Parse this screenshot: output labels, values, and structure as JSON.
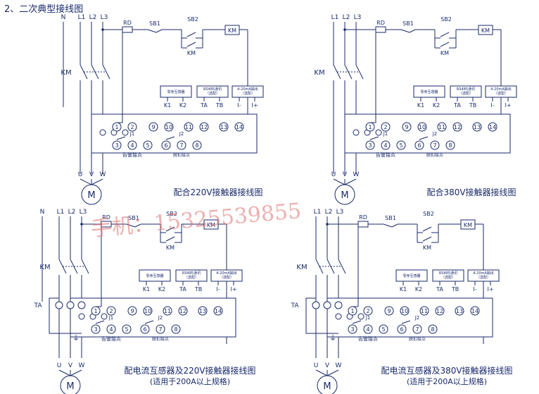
{
  "heading": "2、二次典型接线图",
  "watermark": "手机：15325539855",
  "colors": {
    "ink": "#1a2a6c",
    "watermark": "#e07070"
  },
  "labels": {
    "N": "N",
    "L1": "L1",
    "L2": "L2",
    "L3": "L3",
    "RD": "RD",
    "SB1": "SB1",
    "SB2": "SB2",
    "KM": "KM",
    "U": "U",
    "V": "V",
    "W": "W",
    "M": "M",
    "TA": "TA"
  },
  "module": {
    "boxes": [
      "零序互感器",
      "RS485通讯\n（选配）",
      "4-20mA输出\n（选配）"
    ],
    "top_terms": [
      "K1",
      "K2",
      "TA",
      "TB",
      "I-",
      "I+"
    ],
    "terminals": [
      "1",
      "2",
      "9",
      "10",
      "11",
      "12",
      "13",
      "14"
    ],
    "low_terms": [
      "3",
      "4",
      "5",
      "6",
      "7",
      "8"
    ],
    "J1": "J1",
    "J2": "J2",
    "alarm_label": "告警接点",
    "trip_label": "脱扣接点"
  },
  "diagrams": [
    {
      "caption": "配合220V接触器接线图",
      "note": ""
    },
    {
      "caption": "配合380V接触器接线图",
      "note": ""
    },
    {
      "caption": "配电流互感器及220V接触器接线图",
      "note": "(适用于200A以上规格)"
    },
    {
      "caption": "配电流互感器及380V接触器接线图",
      "note": "(适用于200A以上规格)"
    }
  ]
}
